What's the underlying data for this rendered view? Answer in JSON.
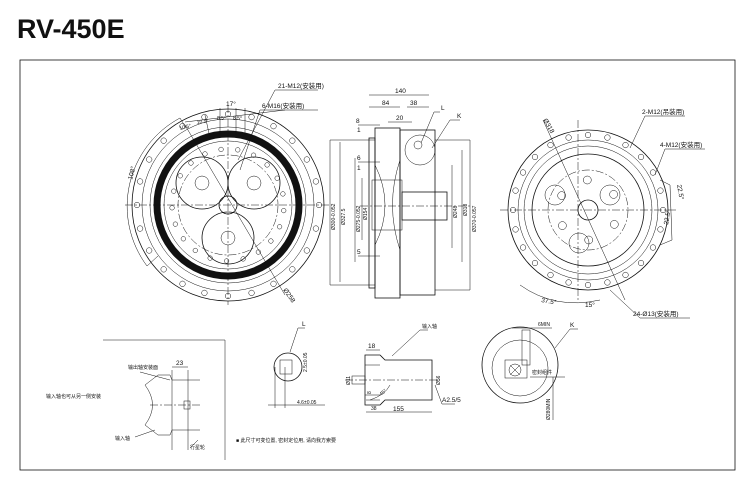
{
  "title": "RV-450E",
  "front_view": {
    "holes_a": "21-M12(安装用)",
    "holes_b": "6-M16(安装用)",
    "angle_17": "17°",
    "angle_105a": "10.5°",
    "angle_105b": "10.5°",
    "angle_85a": "8.5°",
    "angle_85b": "8.5°",
    "angle_108": "108°",
    "dia_258": "Ø258"
  },
  "side_view": {
    "dim_140": "140",
    "dim_84": "84",
    "dim_38": "38",
    "dim_20": "20",
    "dim_8": "8",
    "dim_1a": "1",
    "dim_6": "6",
    "dim_1b": "1",
    "dim_5": "5",
    "dia_300": "Ø300-0.052",
    "dia_3275": "Ø327.5",
    "dia_275": "Ø275-0.052",
    "dia_154": "Ø154",
    "dia_248": "Ø248",
    "dia_318": "Ø318",
    "dia_370": "Ø370-0.057",
    "label_l": "L",
    "label_k": "K"
  },
  "rear_view": {
    "holes_lift": "2-M12(吊装用)",
    "holes_mount": "4-M12(安装用)",
    "angle_225a": "22.5°",
    "angle_225b": "22.5°",
    "angle_375": "37.5°",
    "angle_15": "15°",
    "holes_24": "24-Ø13(安装用)",
    "dia_318": "Ø318"
  },
  "detail_mount": {
    "note_side": "输入轴也可从另一侧安装",
    "output_face": "输出轴安装面",
    "dim_23": "23",
    "input_shaft": "输入轴",
    "planet_gear": "行星轮"
  },
  "detail_l": {
    "label": "L",
    "dim_25": "2.5±0.05",
    "dim_46": "4.6±0.05"
  },
  "note": "■ 此尺寸可变位置, 密封定位用, 请向我方索要",
  "input_shaft": {
    "label": "输入轴",
    "dim_18": "18",
    "dia_11": "Ø11",
    "dim_8": "8",
    "angle_45": "45°",
    "dim_38": "38",
    "dim_155": "155",
    "dia_56": "Ø56",
    "center_hole": "A2.5/5"
  },
  "detail_k": {
    "label": "K",
    "dim_6min": "6MIN",
    "seal": "密封组件",
    "dia_280": "Ø280MIN"
  }
}
